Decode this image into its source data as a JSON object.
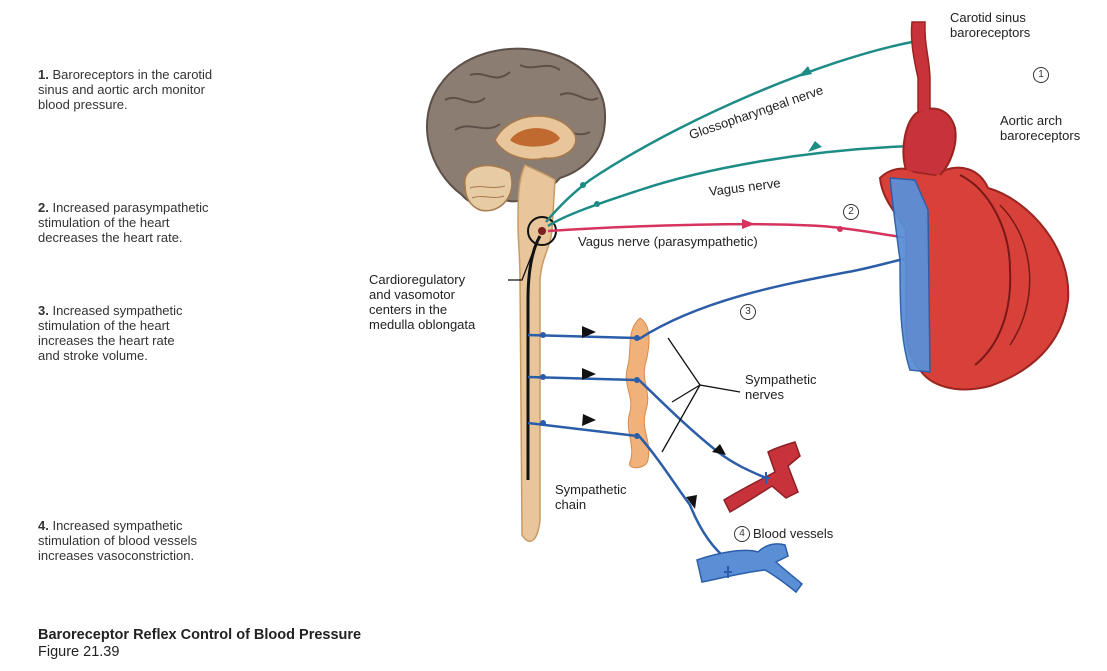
{
  "steps": [
    {
      "num": "1.",
      "text": "Baroreceptors in the carotid\nsinus and aortic arch monitor\nblood pressure."
    },
    {
      "num": "2.",
      "text": "Increased parasympathetic\nstimulation of the heart\ndecreases the heart rate."
    },
    {
      "num": "3.",
      "text": "Increased sympathetic\nstimulation of the heart\nincreases the heart rate\nand stroke volume."
    },
    {
      "num": "4.",
      "text": "Increased sympathetic\nstimulation of blood vessels\nincreases vasoconstriction."
    }
  ],
  "labels": {
    "carotid": "Carotid sinus\nbaroreceptors",
    "aortic": "Aortic arch\nbaroreceptors",
    "glosso": "Glossopharyngeal nerve",
    "vagus": "Vagus nerve",
    "vagus_para": "Vagus nerve (parasympathetic)",
    "centers": "Cardioregulatory\nand vasomotor\ncenters in the\nmedulla oblongata",
    "sympathetic_nerves": "Sympathetic\nnerves",
    "sympathetic_chain": "Sympathetic\nchain",
    "blood_vessels": "Blood vessels"
  },
  "markers": {
    "m1": "1",
    "m2": "2",
    "m3": "3",
    "m4": "4"
  },
  "caption": {
    "title": "Baroreceptor Reflex Control of Blood Pressure",
    "figure": "Figure 21.39"
  },
  "colors": {
    "sensory_nerve": "#1e8c86",
    "parasympathetic_nerve": "#d6335e",
    "sympathetic_nerve": "#2c5da8",
    "heart": "#d8413a",
    "brain": "#8b7d72",
    "spinal_cord": "#e8c59a",
    "sympathetic_ganglia": "#f0b27a",
    "artery": "#c8323a",
    "vein": "#5a8fd6"
  }
}
